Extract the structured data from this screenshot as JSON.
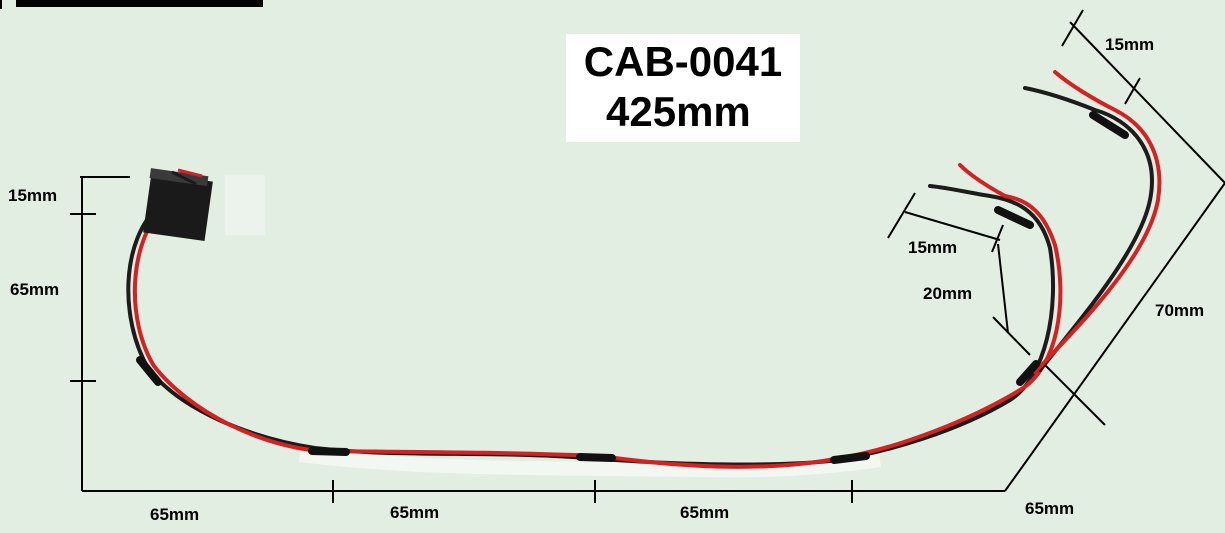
{
  "title": {
    "code": "CAB-0041",
    "length": "425mm"
  },
  "dimensions": {
    "connector_height": "15mm",
    "left_vertical": "65mm",
    "bottom_1": "65mm",
    "bottom_2": "65mm",
    "bottom_3": "65mm",
    "bottom_4": "65mm",
    "diagonal": "70mm",
    "lead_strip_1": "15mm",
    "lead_strip_2": "15mm",
    "lead_offset": "20mm"
  },
  "colors": {
    "background": "#e3eee3",
    "wire_red": "#d42222",
    "wire_black": "#1c1c1c",
    "heatshrink": "#111111",
    "connector": "#1a1a1a",
    "dimension_line": "#000000"
  }
}
